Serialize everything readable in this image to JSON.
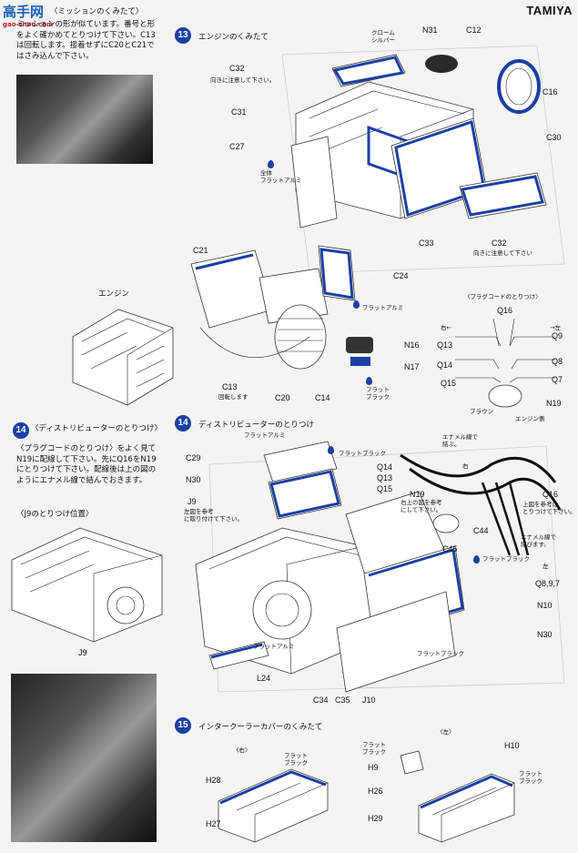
{
  "brand": "TAMIYA",
  "watermark": {
    "main": "高手网",
    "sub": "gao-shou.com"
  },
  "left_col": {
    "intro_head": "〈ミッションのくみたて〉",
    "intro_text": "ミッションの形が似ています。番号と形をよく確かめてとりつけて下さい。C13は回転します。接着せずにC20とC21ではさみ込んで下さい。",
    "engine_label": "エンジン",
    "step14_head": "〈ディストリビューターのとりつけ〉",
    "step14_text": "〈プラグコードのとりつけ〉をよく見てN19に配線して下さい。先にQ16をN19にとりつけて下さい。配線後は上の図のようにエナメル線で結んでおきます。",
    "j9_head": "〈J9のとりつけ位置〉",
    "j9_label": "J9"
  },
  "step13": {
    "num": "13",
    "title": "エンジンのくみたて",
    "labels": {
      "N31": "N31",
      "C12": "C12",
      "C16": "C16",
      "C32a": "C32",
      "C31": "C31",
      "C27": "C27",
      "C30": "C30",
      "C33": "C33",
      "C32b": "C32",
      "C21": "C21",
      "C24": "C24",
      "C13": "C13",
      "C20": "C20",
      "C14": "C14",
      "N16": "N16",
      "N17": "N17"
    },
    "notes": {
      "chrome": "クローム\nシルバー",
      "direction_top": "向きに注意して下さい。",
      "all_flat_alu": "全体\nフラットアルミ",
      "direction_bottom": "向きに注意して下さい",
      "flat_alu": "フラットアルミ",
      "rotates": "回転します",
      "flat_black": "フラット\nブラック"
    }
  },
  "plug_detail": {
    "head": "〈プラグコードのとりつけ〉",
    "right": "右←",
    "left": "→左",
    "labels": [
      "Q16",
      "Q9",
      "Q13",
      "Q14",
      "Q8",
      "Q7",
      "Q15",
      "N19"
    ],
    "brown": "ブラウン",
    "engine_side": "エンジン側"
  },
  "step14": {
    "num": "14",
    "title": "ディストリビューターのとりつけ",
    "labels": {
      "C29": "C29",
      "N30a": "N30",
      "J9": "J9",
      "Q14": "Q14",
      "Q13": "Q13",
      "Q15": "Q15",
      "N19": "N19",
      "Q16": "Q16",
      "C44": "C44",
      "C45": "C45",
      "Q897": "Q8,9,7",
      "N10": "N10",
      "N30b": "N30",
      "L24": "L24",
      "C34": "C34",
      "C35": "C35",
      "J10": "J10"
    },
    "notes": {
      "flat_alu": "フラットアルミ",
      "flat_black": "フラットブラック",
      "enamel_tie": "エナメル線で\n結ぶ。",
      "right_mark": "右",
      "left_mark": "左",
      "ref_right": "右上の図を参考\nにして下さい。",
      "ref_left": "左図を参考\nに取り付けて下さい。",
      "q16_note": "上図を参考に\nとりつけて下さい。",
      "enamel_tie2": "エナメル線で\n結びます。"
    }
  },
  "step15": {
    "num": "15",
    "title": "インタークーラーカバーのくみたて",
    "right_mark": "〈右〉",
    "left_mark": "〈左〉",
    "labels": {
      "H28": "H28",
      "H27": "H27",
      "H10": "H10",
      "H9": "H9",
      "H26": "H26",
      "H29": "H29"
    },
    "flat_black": "フラット\nブラック"
  }
}
